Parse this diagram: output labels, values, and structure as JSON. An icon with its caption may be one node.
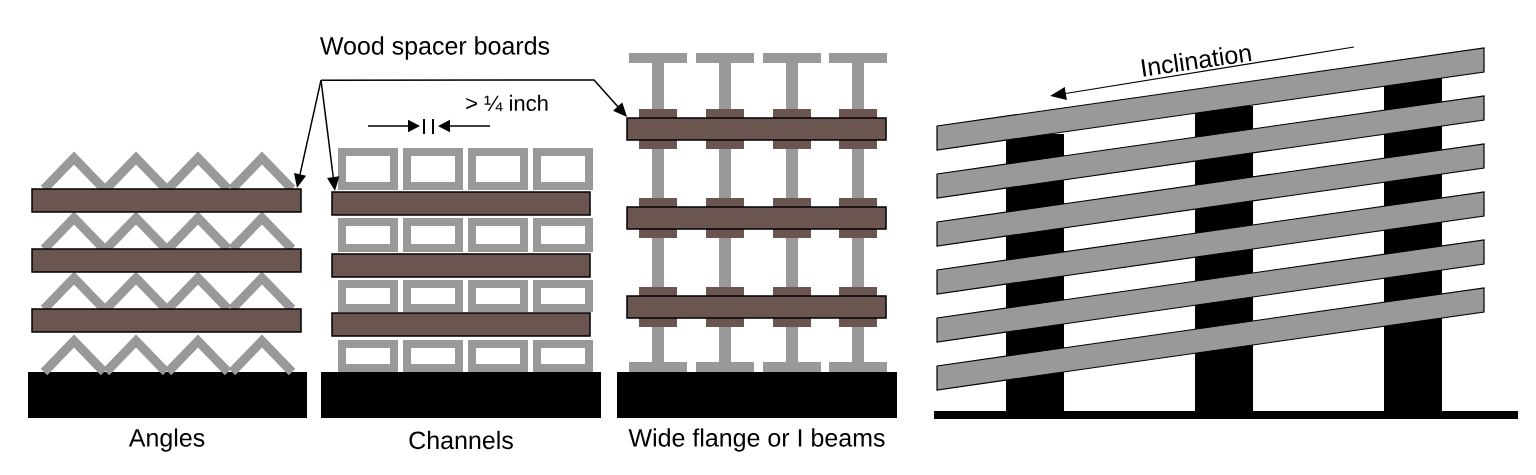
{
  "diagram": {
    "nodes": [
      {
        "text": [
          "Wood spacer boards"
        ]
      },
      {
        "text": [],
        "shape": "bar"
      },
      {
        "text": [],
        "shape": "bar"
      },
      {
        "text": [],
        "shape": "bar"
      }
    ],
    "edges": [
      {
        "from": 0,
        "to": 1,
        "arrow": "to"
      },
      {
        "from": 0,
        "to": 2,
        "arrow": "to"
      },
      {
        "from": 0,
        "to": 3,
        "arrow": "to"
      }
    ],
    "labels": [
      "> ¼ inch",
      "Inclination",
      "Angles",
      "Channels",
      "Wide flange or I beams"
    ]
  }
}
